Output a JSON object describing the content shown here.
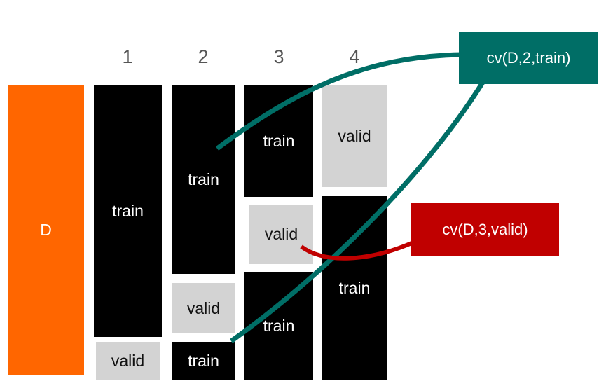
{
  "dataset": {
    "label": "D",
    "color": "#ff6600"
  },
  "folds": [
    {
      "number": "1",
      "blocks": [
        {
          "role": "train",
          "text": "train"
        },
        {
          "role": "valid",
          "text": "valid"
        }
      ]
    },
    {
      "number": "2",
      "blocks": [
        {
          "role": "train",
          "text": "train"
        },
        {
          "role": "valid",
          "text": "valid"
        },
        {
          "role": "train",
          "text": "train"
        }
      ]
    },
    {
      "number": "3",
      "blocks": [
        {
          "role": "train",
          "text": "train"
        },
        {
          "role": "valid",
          "text": "valid"
        },
        {
          "role": "train",
          "text": "train"
        }
      ]
    },
    {
      "number": "4",
      "blocks": [
        {
          "role": "valid",
          "text": "valid"
        },
        {
          "role": "train",
          "text": "train"
        }
      ]
    }
  ],
  "callouts": [
    {
      "text": "cv(D,2,train)",
      "color": "#006e66"
    },
    {
      "text": "cv(D,3,valid)",
      "color": "#c00000"
    }
  ]
}
